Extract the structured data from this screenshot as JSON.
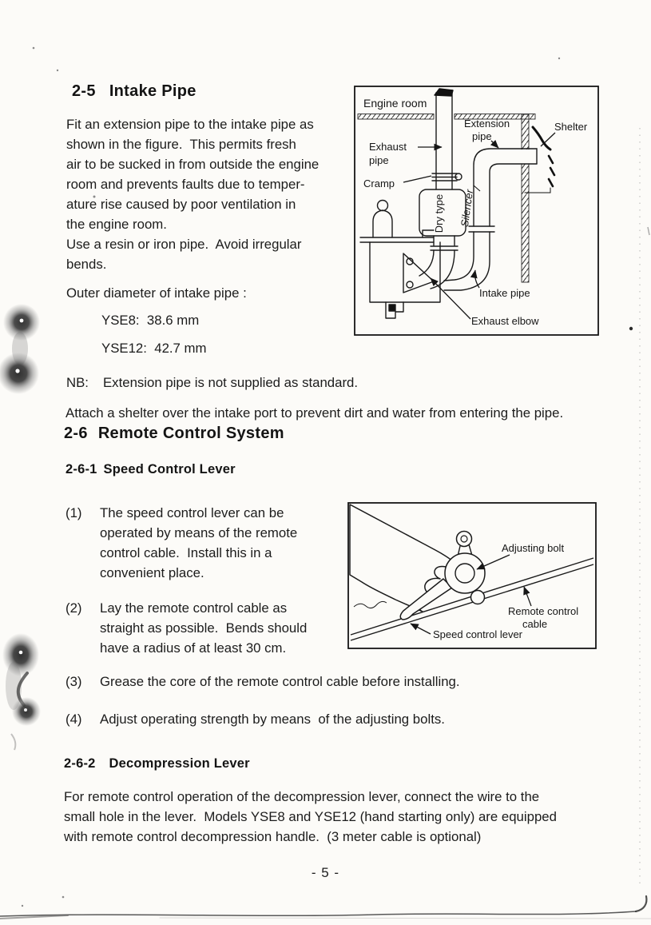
{
  "page": {
    "number": "- 5 -"
  },
  "s25": {
    "num": "2-5",
    "title": "Intake Pipe",
    "body_lines": [
      "Fit an extension pipe to the intake pipe as",
      "shown in the figure.  This permits fresh",
      "air to be sucked in from outside the engine",
      "room and prevents faults due to temper-",
      "ature rise caused by poor ventilation in",
      "the engine room.",
      "Use a resin or iron pipe.  Avoid irregular",
      "bends."
    ],
    "outer_diameter_label": "Outer diameter of intake pipe :",
    "yse8": "YSE8:  38.6 mm",
    "yse12": "YSE12:  42.7 mm",
    "nb_label": "NB:",
    "nb_text": "Extension pipe is not supplied as standard.",
    "shelter_note": "Attach a shelter over the intake port to prevent dirt and water from entering the pipe."
  },
  "fig1": {
    "labels": {
      "engine_room": "Engine room",
      "extension_1": "Extension",
      "extension_2": "pipe",
      "shelter": "Shelter",
      "exhaust_1": "Exhaust",
      "exhaust_2": "pipe",
      "cramp": "Cramp",
      "dry_type": "Dry type",
      "silencer": "Silencer",
      "intake_pipe": "Intake pipe",
      "exhaust_elbow": "Exhaust elbow"
    }
  },
  "s26": {
    "num": "2-6",
    "title": "Remote Control System"
  },
  "s261": {
    "num": "2-6-1",
    "title": "Speed Control Lever",
    "items": [
      {
        "marker": "(1)",
        "lines": [
          "The speed control lever can be",
          "operated by means of the remote",
          "control cable.  Install this in a",
          "convenient place."
        ]
      },
      {
        "marker": "(2)",
        "lines": [
          "Lay the remote control cable as",
          "straight as possible.  Bends should",
          "have a radius of at least 30 cm."
        ]
      },
      {
        "marker": "(3)",
        "lines": [
          "Grease the core of the remote control cable before installing."
        ]
      },
      {
        "marker": "(4)",
        "lines": [
          "Adjust operating strength by means  of the adjusting bolts."
        ]
      }
    ]
  },
  "fig2": {
    "labels": {
      "adjusting_bolt": "Adjusting bolt",
      "remote_control_1": "Remote control",
      "remote_control_2": "cable",
      "speed_control_lever": "Speed control lever"
    }
  },
  "s262": {
    "num": "2-6-2",
    "title": "Decompression Lever",
    "body_lines": [
      "For remote control operation of the decompression lever, connect the wire to the",
      "small hole in the lever.  Models YSE8 and YSE12 (hand starting only) are equipped",
      "with remote control decompression handle.  (3 meter cable is optional)"
    ]
  }
}
